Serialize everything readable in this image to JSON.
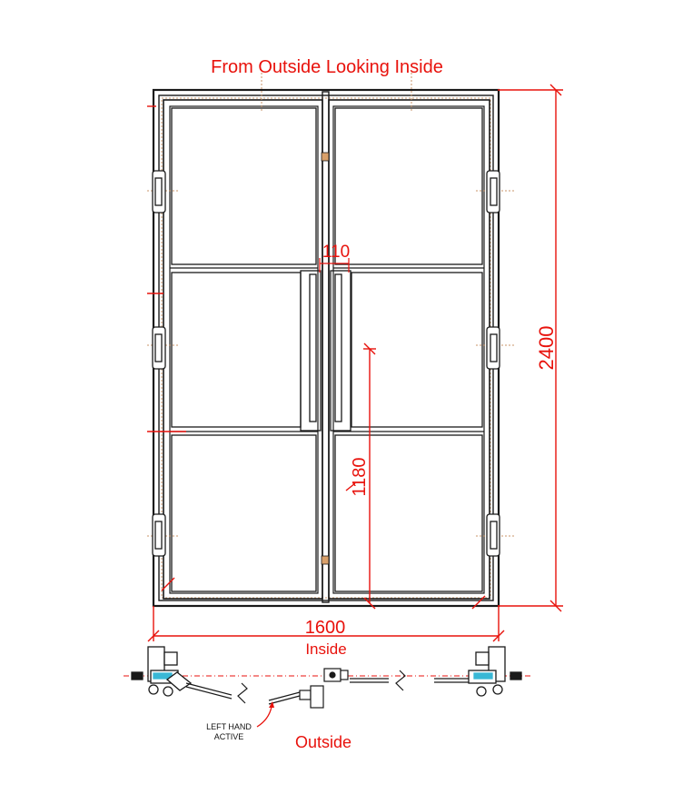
{
  "drawing": {
    "title": "From Outside Looking Inside",
    "dim_width": "1600",
    "dim_height": "2400",
    "dim_handle_spacing": "110",
    "dim_handle_height": "1180",
    "label_inside": "Inside",
    "label_outside": "Outside",
    "label_left_hand_line1": "LEFT HAND",
    "label_left_hand_line2": "ACTIVE"
  },
  "colors": {
    "frame": "#1a1a1a",
    "dimension": "#e8120c",
    "guide_dotted": "#c8956a",
    "hinge_fill": "#d9a06a",
    "seal_cyan": "#39b8d6"
  }
}
